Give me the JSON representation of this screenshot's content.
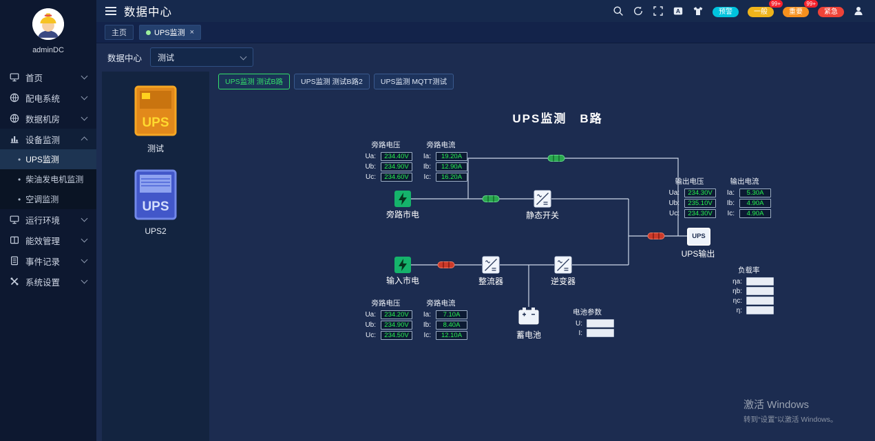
{
  "colors": {
    "sidebar_bg": "#0d1830",
    "header_bg": "#16294d",
    "content_bg": "#1c2c50",
    "value_green": "#27f34f",
    "tab_active_green": "#35e06b",
    "alert_cyan": "#00c3dd",
    "alert_yellow": "#efb41b",
    "alert_orange": "#f6901e",
    "alert_red": "#ee4338",
    "breaker_green": "#2aa84f",
    "breaker_red": "#cb3a2a",
    "wire": "#cfd9ea"
  },
  "icons": {
    "hamburger": "menu",
    "search": "magnifier",
    "refresh": "sync-arrows",
    "fullscreen": "expand-corners",
    "locale": "A-square",
    "theme": "shirt",
    "user": "person",
    "locale_letter": "A"
  },
  "header": {
    "title": "数据中心",
    "alerts": [
      {
        "label": "预警",
        "count": ""
      },
      {
        "label": "一般",
        "count": "99+"
      },
      {
        "label": "重要",
        "count": "99+"
      },
      {
        "label": "紧急",
        "count": ""
      }
    ]
  },
  "window_tabs": {
    "home": "主页",
    "active": "UPS监测",
    "close": "×"
  },
  "user": {
    "name": "adminDC"
  },
  "sidebar": {
    "items": [
      {
        "label": "首页"
      },
      {
        "label": "配电系统"
      },
      {
        "label": "数据机房"
      },
      {
        "label": "设备监测"
      },
      {
        "label": "运行环境"
      },
      {
        "label": "能效管理"
      },
      {
        "label": "事件记录"
      },
      {
        "label": "系统设置"
      }
    ],
    "device_children": [
      {
        "label": "UPS监测"
      },
      {
        "label": "柴油发电机监测"
      },
      {
        "label": "空调监测"
      }
    ]
  },
  "filter": {
    "label": "数据中心",
    "value": "测试"
  },
  "device_list": [
    {
      "name": "测试",
      "icon_text": "UPS"
    },
    {
      "name": "UPS2",
      "icon_text": "UPS"
    }
  ],
  "view_tabs": [
    {
      "label": "UPS监测 测试B路"
    },
    {
      "label": "UPS监测 测试B路2"
    },
    {
      "label": "UPS监测 MQTT测试"
    }
  ],
  "diagram": {
    "title": "UPS监测　B路",
    "bypass_top": {
      "voltage_title": "旁路电压",
      "current_title": "旁路电流",
      "rows": [
        {
          "ul": "Ua:",
          "uv": "234.40V",
          "il": "Ia:",
          "iv": "19.20A"
        },
        {
          "ul": "Ub:",
          "uv": "234.90V",
          "il": "Ib:",
          "iv": "12.90A"
        },
        {
          "ul": "Uc:",
          "uv": "234.60V",
          "il": "Ic:",
          "iv": "16.20A"
        }
      ]
    },
    "input_bottom": {
      "voltage_title": "旁路电压",
      "current_title": "旁路电流",
      "rows": [
        {
          "ul": "Ua:",
          "uv": "234.20V",
          "il": "Ia:",
          "iv": "7.10A"
        },
        {
          "ul": "Ub:",
          "uv": "234.90V",
          "il": "Ib:",
          "iv": "8.40A"
        },
        {
          "ul": "Uc:",
          "uv": "234.50V",
          "il": "Ic:",
          "iv": "12.10A"
        }
      ]
    },
    "output": {
      "voltage_title": "输出电压",
      "current_title": "输出电流",
      "rows": [
        {
          "ul": "Ua:",
          "uv": "234.30V",
          "il": "Ia:",
          "iv": "5.30A"
        },
        {
          "ul": "Ub:",
          "uv": "235.10V",
          "il": "Ib:",
          "iv": "4.90A"
        },
        {
          "ul": "Uc:",
          "uv": "234.30V",
          "il": "Ic:",
          "iv": "4.90A"
        }
      ]
    },
    "nodes": {
      "bypass_mains": "旁路市电",
      "static_switch": "静态开关",
      "input_mains": "输入市电",
      "rectifier": "整流器",
      "inverter": "逆变器",
      "battery": "蓄电池",
      "ups_output": "UPS输出",
      "ups_box": "UPS"
    },
    "battery_params": {
      "title": "电池参数",
      "u_label": "U:",
      "i_label": "I:"
    },
    "load_rate": {
      "title": "负载率",
      "labels": [
        "ηa:",
        "ηb:",
        "ηc:",
        "η:"
      ]
    }
  },
  "watermark": {
    "line1": "激活 Windows",
    "line2": "转到“设置”以激活 Windows。"
  }
}
